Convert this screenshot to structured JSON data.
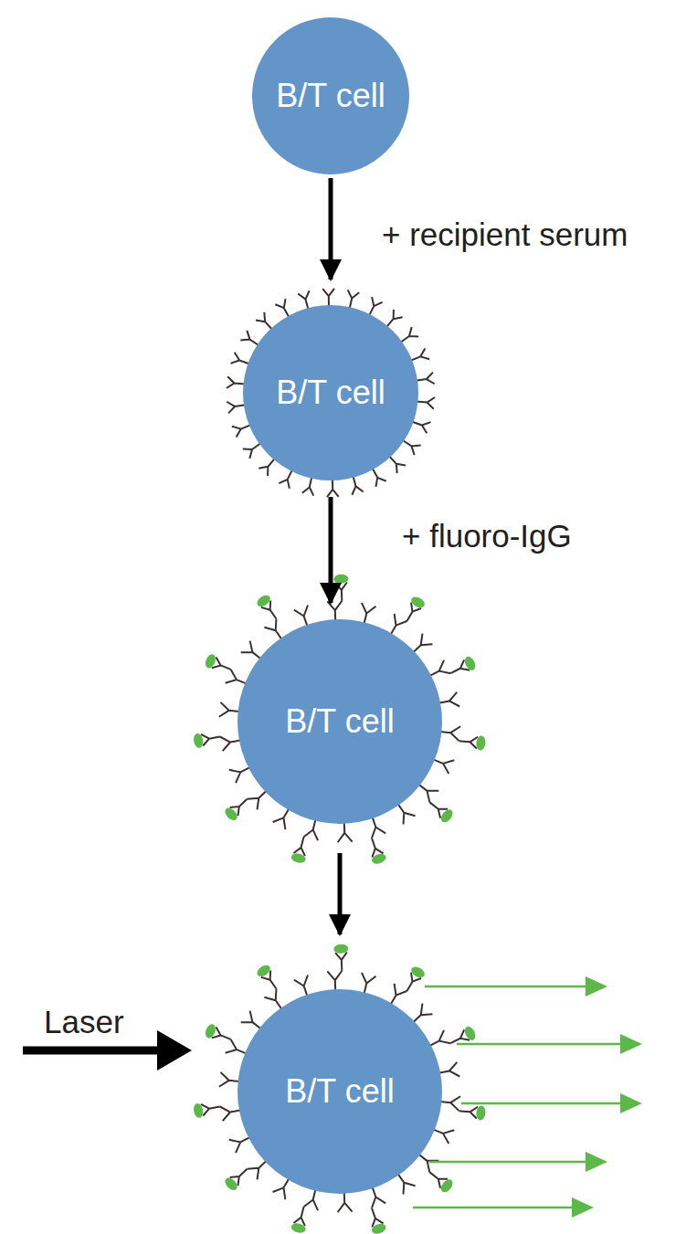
{
  "diagram": {
    "nodes": [
      {
        "text": [
          "B/T cell"
        ]
      },
      {
        "text": [
          "B/T cell"
        ]
      },
      {
        "text": [
          "B/T cell"
        ]
      },
      {
        "text": [
          "B/T cell"
        ]
      }
    ],
    "edges": [
      {
        "from": 0,
        "to": 1,
        "arrow": "to",
        "label": "+ recipient serum"
      },
      {
        "from": 1,
        "to": 2,
        "arrow": "to",
        "label": "+ fluoro-IgG"
      },
      {
        "from": 2,
        "to": 3,
        "arrow": "to"
      }
    ],
    "labels": [
      "Laser"
    ]
  }
}
